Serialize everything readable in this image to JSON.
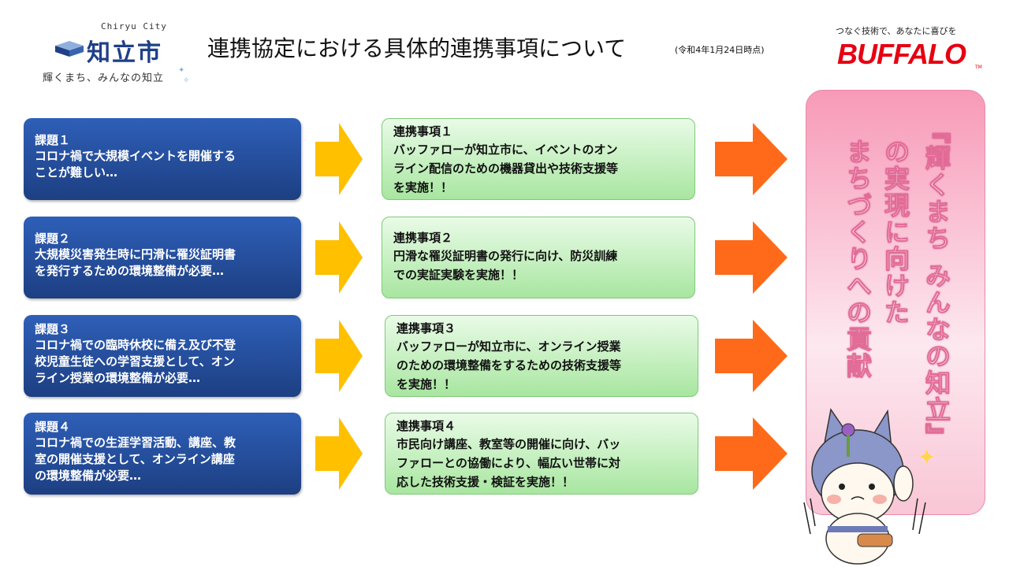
{
  "header": {
    "city_logo_en": "Chiryu City",
    "city_logo_jp": "知立市",
    "city_slogan": "輝くまち、みんなの知立",
    "title": "連携協定における具体的連携事項について",
    "title_note": "(令和4年1月24日時点)",
    "buffalo_tagline": "つなぐ技術で、あなたに喜びを",
    "buffalo_logo": "BUFFALO",
    "buffalo_tm": "TM"
  },
  "issues": [
    {
      "heading": "課題１",
      "lines": [
        "コロナ禍で大規模イベントを開催する",
        "ことが難しい…"
      ]
    },
    {
      "heading": "課題２",
      "lines": [
        "大規模災害発生時に円滑に罹災証明書",
        "を発行するための環境整備が必要…"
      ]
    },
    {
      "heading": "課題３",
      "lines": [
        "コロナ禍での臨時休校に備え及び不登",
        "校児童生徒への学習支援として、オン",
        "ライン授業の環境整備が必要…"
      ]
    },
    {
      "heading": "課題４",
      "lines": [
        "コロナ禍での生涯学習活動、講座、教",
        "室の開催支援として、オンライン講座",
        "の環境整備が必要…"
      ]
    }
  ],
  "actions": [
    {
      "heading": "連携事項１",
      "lines": [
        "バッファローが知立市に、イベントのオン",
        "ライン配信のための機器貸出や技術支援等",
        "を実施！！"
      ]
    },
    {
      "heading": "連携事項２",
      "lines": [
        "円滑な罹災証明書の発行に向け、防災訓練",
        "での実証実験を実施！！"
      ]
    },
    {
      "heading": "連携事項３",
      "lines": [
        "バッファローが知立市に、オンライン授業",
        "のための環境整備をするための技術支援等",
        "を実施！！"
      ]
    },
    {
      "heading": "連携事項４",
      "lines": [
        "市民向け講座、教室等の開催に向け、バッ",
        "ファローとの協働により、幅広い世帯に対",
        "応した技術支援・検証を実施！！"
      ]
    }
  ],
  "goal": {
    "col1": "『輝くまち みんなの知立』",
    "col2": "の実現に向けた",
    "col3": "まちづくりへの貢献"
  },
  "colors": {
    "issue_box": "#2e5fb8",
    "action_box": "#a8e6a0",
    "arrow_yellow": "#ffc000",
    "arrow_orange": "#ff6a1a",
    "goal_panel": "#f79ab8",
    "buffalo_red": "#e60012"
  }
}
